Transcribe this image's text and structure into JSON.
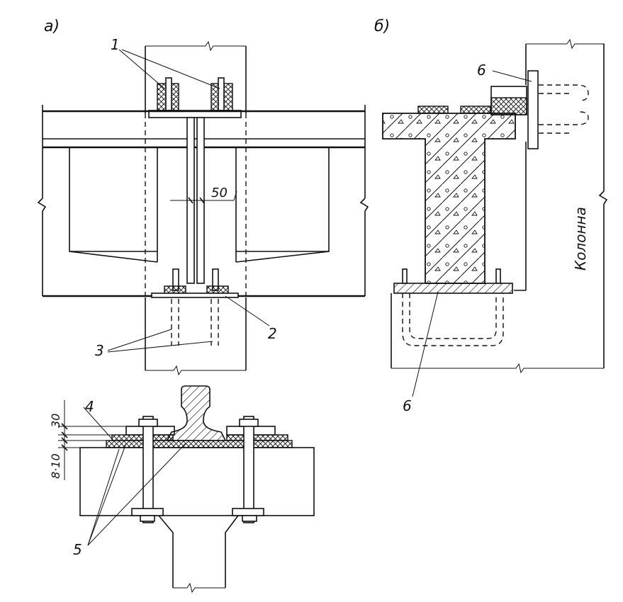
{
  "panels": {
    "a_label": "а)",
    "b_label": "б)"
  },
  "callouts": {
    "n1": "1",
    "n2": "2",
    "n3": "3",
    "n4": "4",
    "n5": "5",
    "n6_top": "6",
    "n6_bottom": "6"
  },
  "dimensions": {
    "gap": "50",
    "pad_30": "30",
    "pad_8_10": "8·10"
  },
  "column_label": "Колонна"
}
